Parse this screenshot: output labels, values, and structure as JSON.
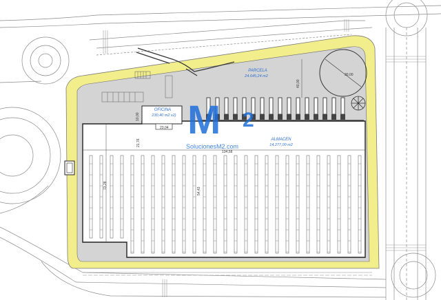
{
  "plot": {
    "name": "PARCELA",
    "area": "24.645,24 m2"
  },
  "office": {
    "name": "OFICINA",
    "area": "230,40 m2 x2)"
  },
  "warehouse": {
    "name": "ALMACEN",
    "area": "14.277,00 m2"
  },
  "dimensions": {
    "office_width": "23,04",
    "office_depth": "10,00",
    "inner_depth": "21,76",
    "left_depth": "73,28",
    "main_depth": "54,43",
    "yard_depth": "40,00",
    "tank_diameter": "30,00",
    "warehouse_width": "134,58"
  },
  "watermark": {
    "logo_letter": "M",
    "logo_exponent": "2",
    "brand": "SolucionesM2.com"
  },
  "colors": {
    "setback_yellow": "#f2ee8c",
    "paving_gray": "#d4d4d4",
    "line": "#4a4a4a",
    "label_blue": "#2b6fd0",
    "logo_blue": "#1f6fd9"
  },
  "counts": {
    "loading_docks": 16,
    "rack_rows": 27
  }
}
